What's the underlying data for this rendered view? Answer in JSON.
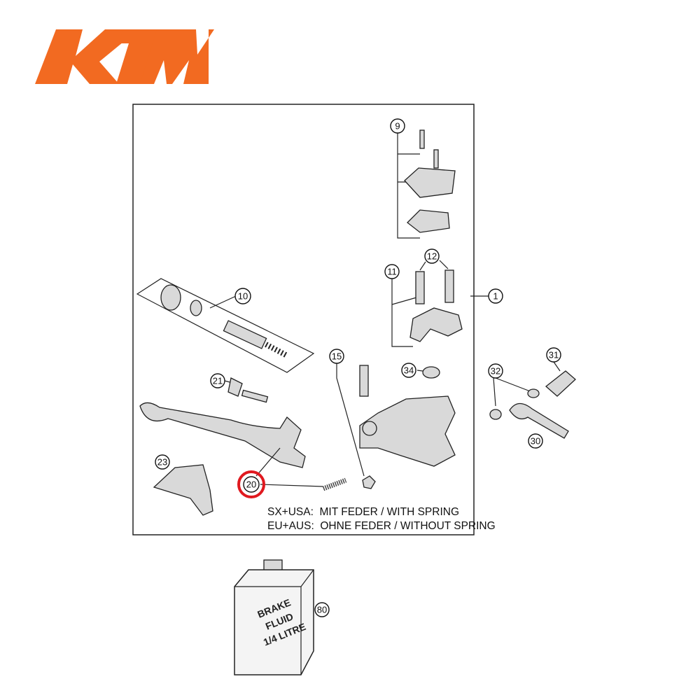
{
  "logo": {
    "text": "KTM",
    "color": "#f26a21"
  },
  "diagram": {
    "callouts": {
      "c1": "1",
      "c9": "9",
      "c10": "10",
      "c11": "11",
      "c12": "12",
      "c15": "15",
      "c20": "20",
      "c21": "21",
      "c23": "23",
      "c30": "30",
      "c31": "31",
      "c32": "32",
      "c34": "34",
      "c80": "80"
    },
    "highlighted_callout": "20",
    "highlight_color": "#e0191f",
    "notes": [
      "SX+USA:  MIT FEDER / WITH SPRING",
      "EU+AUS:  OHNE FEDER / WITHOUT SPRING"
    ],
    "can_label": [
      "BRAKE",
      "FLUID",
      "1/4 LITRE"
    ]
  }
}
